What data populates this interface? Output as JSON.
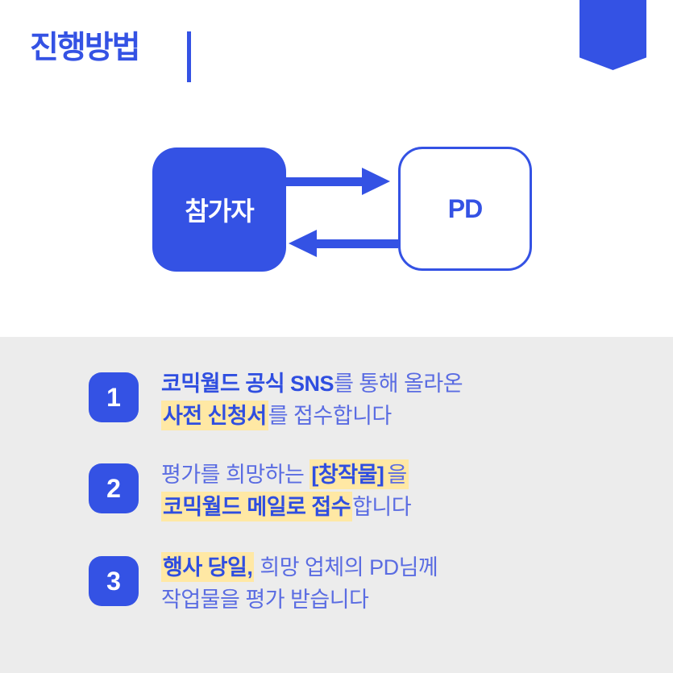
{
  "colors": {
    "primary_blue": "#3452E4",
    "text_regular_blue": "#5A6CE2",
    "text_bold_blue": "#2F4EE0",
    "highlight_yellow": "#FFE8A4",
    "section_gray": "#ECECEC"
  },
  "header": {
    "title": "진행방법"
  },
  "diagram": {
    "participant_label": "참가자",
    "pd_label": "PD"
  },
  "steps": [
    {
      "number": "1",
      "lines": [
        [
          {
            "text": "코믹월드 공식 SNS",
            "bold": true
          },
          {
            "text": "를 통해 올라온"
          }
        ],
        [
          {
            "text": "사전 신청서",
            "bold": true,
            "highlight": true
          },
          {
            "text": "를 접수합니다"
          }
        ]
      ]
    },
    {
      "number": "2",
      "lines": [
        [
          {
            "text": "평가를 희망하는 "
          },
          {
            "text": "[창작물]",
            "bold": true,
            "highlight": true
          },
          {
            "text": "을",
            "highlight": true
          }
        ],
        [
          {
            "text": "코믹월드 메일로 접수",
            "bold": true,
            "highlight": true
          },
          {
            "text": "합니다"
          }
        ]
      ]
    },
    {
      "number": "3",
      "lines": [
        [
          {
            "text": "행사 당일,",
            "bold": true,
            "highlight": true
          },
          {
            "text": " 희망 업체의 PD님께"
          }
        ],
        [
          {
            "text": "작업물을 평가 받습니다"
          }
        ]
      ]
    }
  ]
}
